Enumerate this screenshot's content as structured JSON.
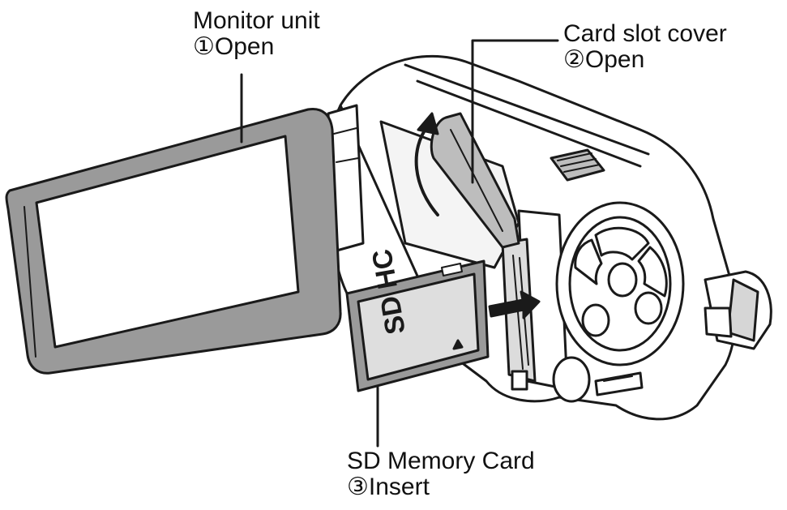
{
  "labels": {
    "monitor": {
      "name": "Monitor unit",
      "step": "①Open"
    },
    "cover": {
      "name": "Card slot cover",
      "step": "②Open"
    },
    "card": {
      "name": "SD Memory Card",
      "step": "③Insert"
    }
  },
  "card_logo": "SD HC",
  "colors": {
    "line": "#1a1a1a",
    "panel_gray": "#9a9a9a",
    "light_gray": "#d6d6d6",
    "screen": "#ffffff"
  }
}
